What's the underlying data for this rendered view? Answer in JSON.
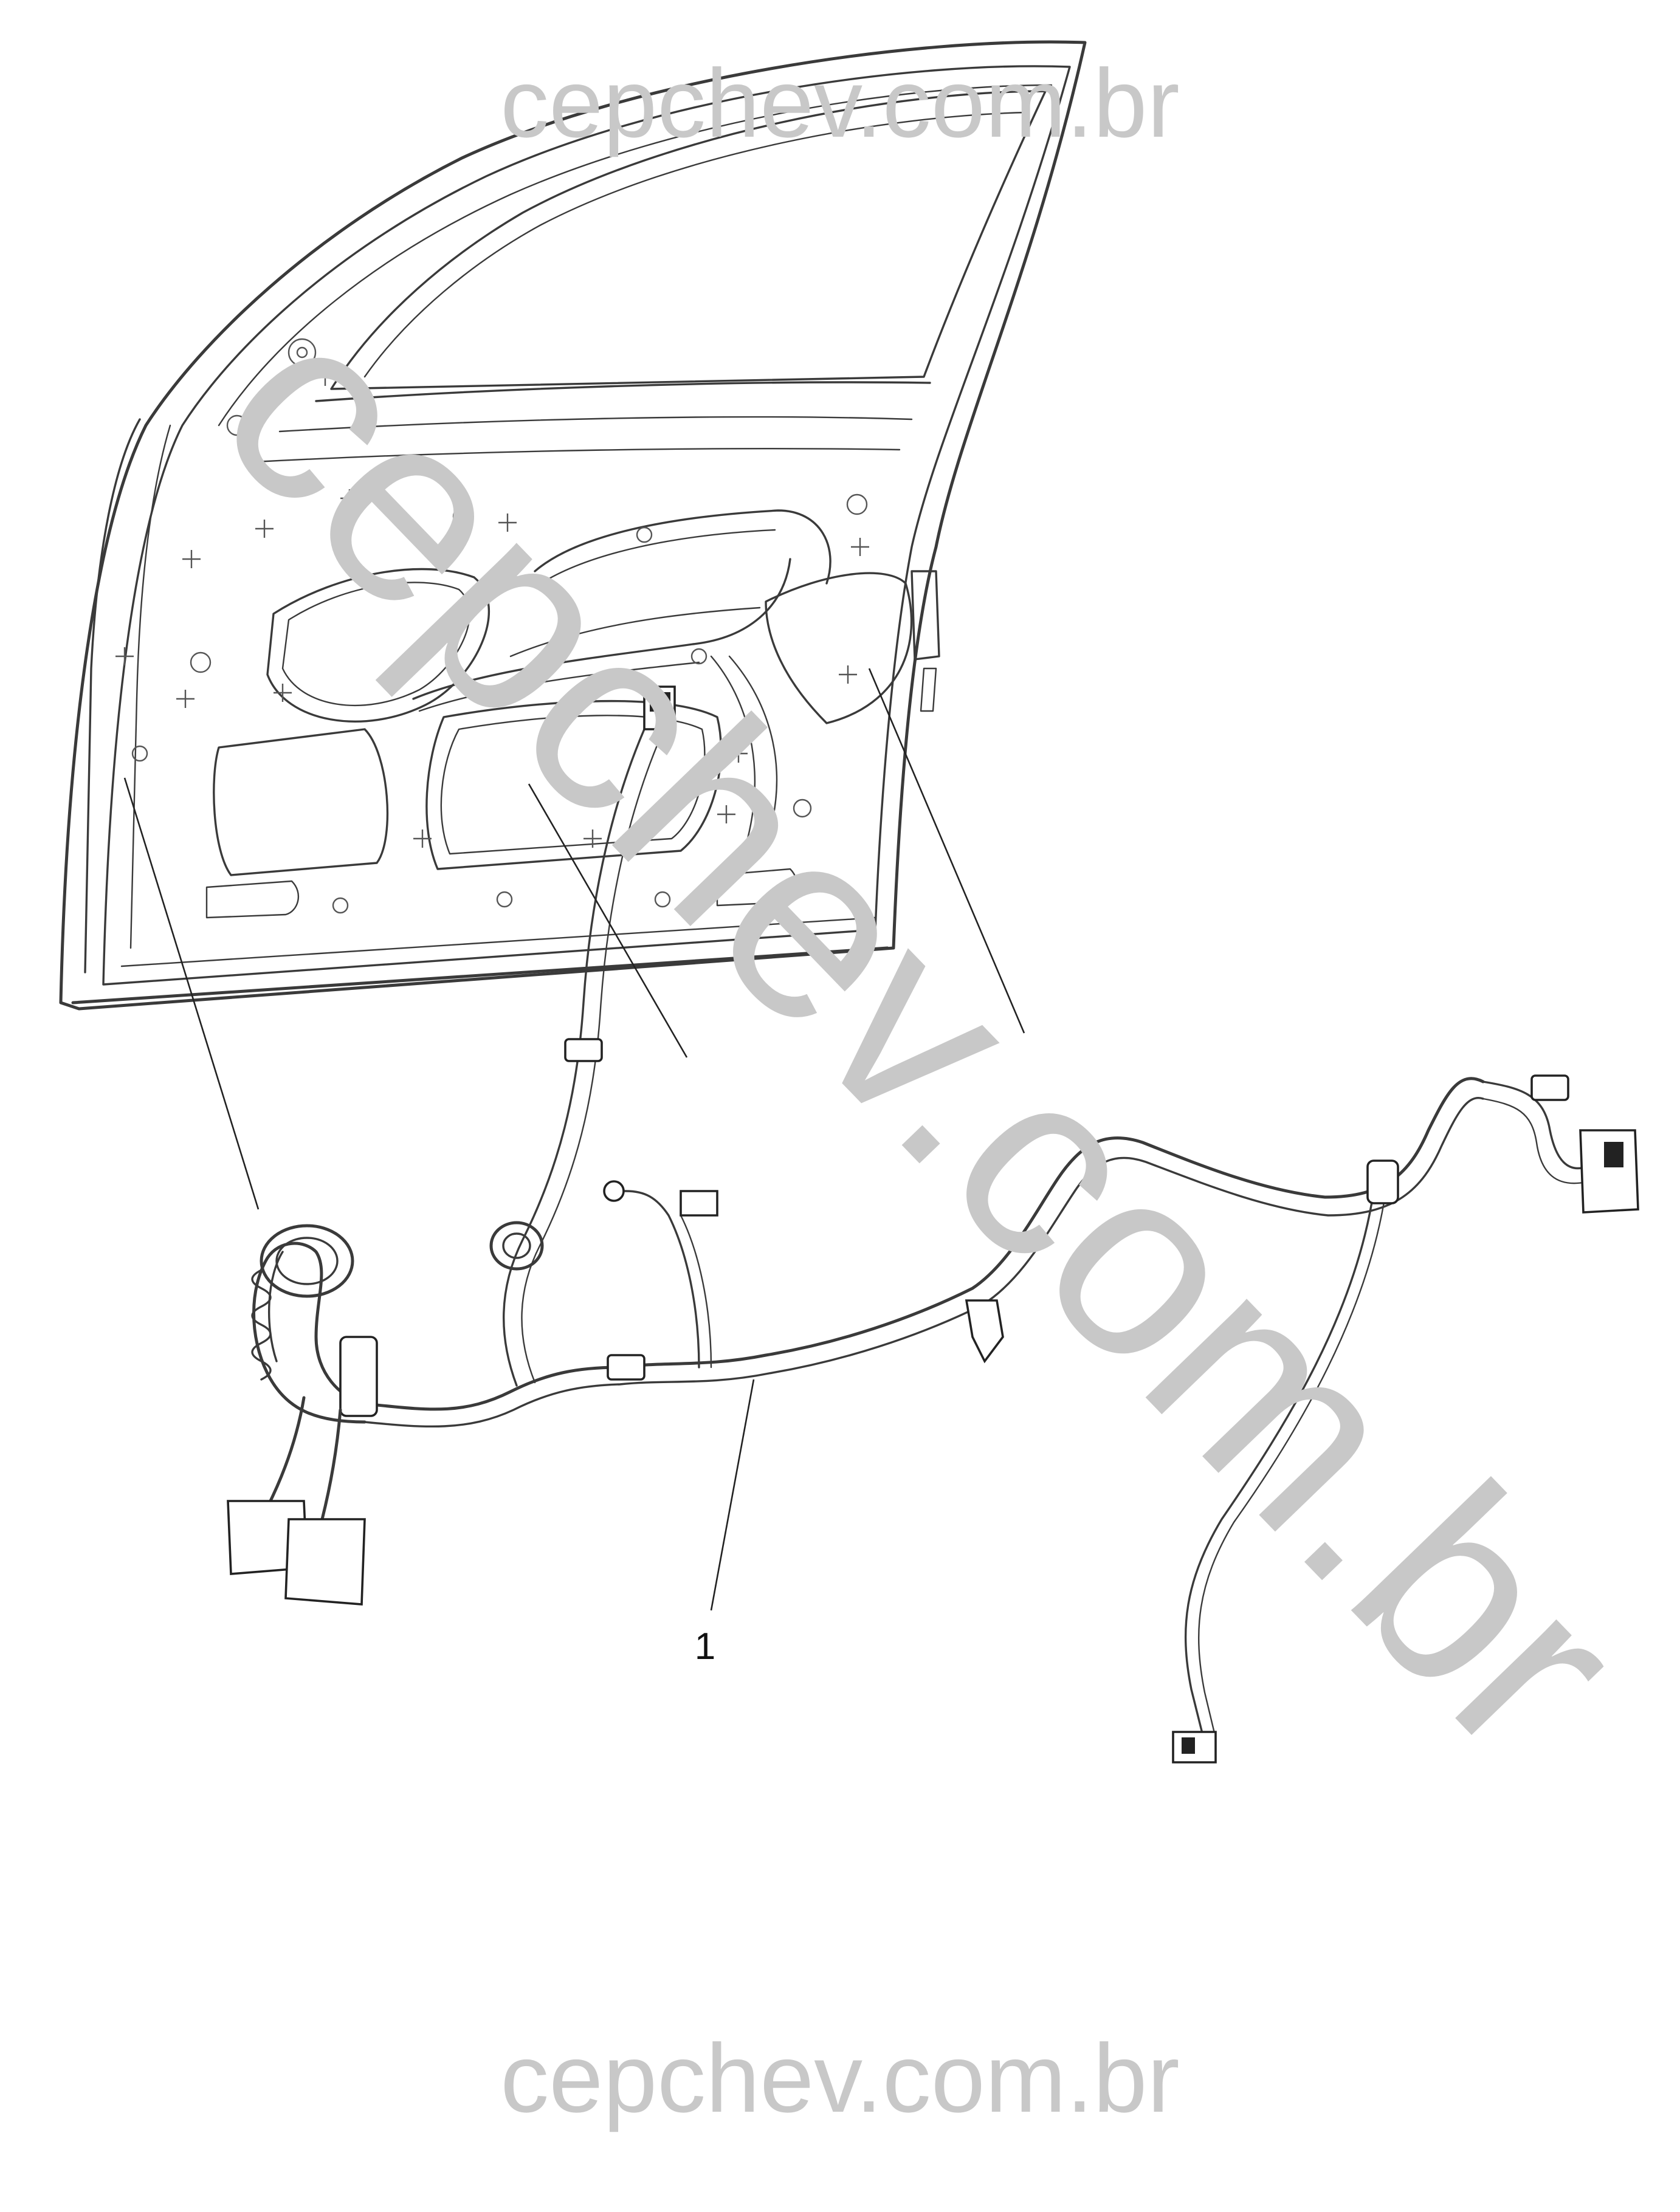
{
  "watermark": {
    "top": "cepchev.com.br",
    "diagonal": "cepchev.com.br",
    "bottom": "cepchev.com.br"
  },
  "callouts": [
    {
      "label": "1"
    }
  ]
}
